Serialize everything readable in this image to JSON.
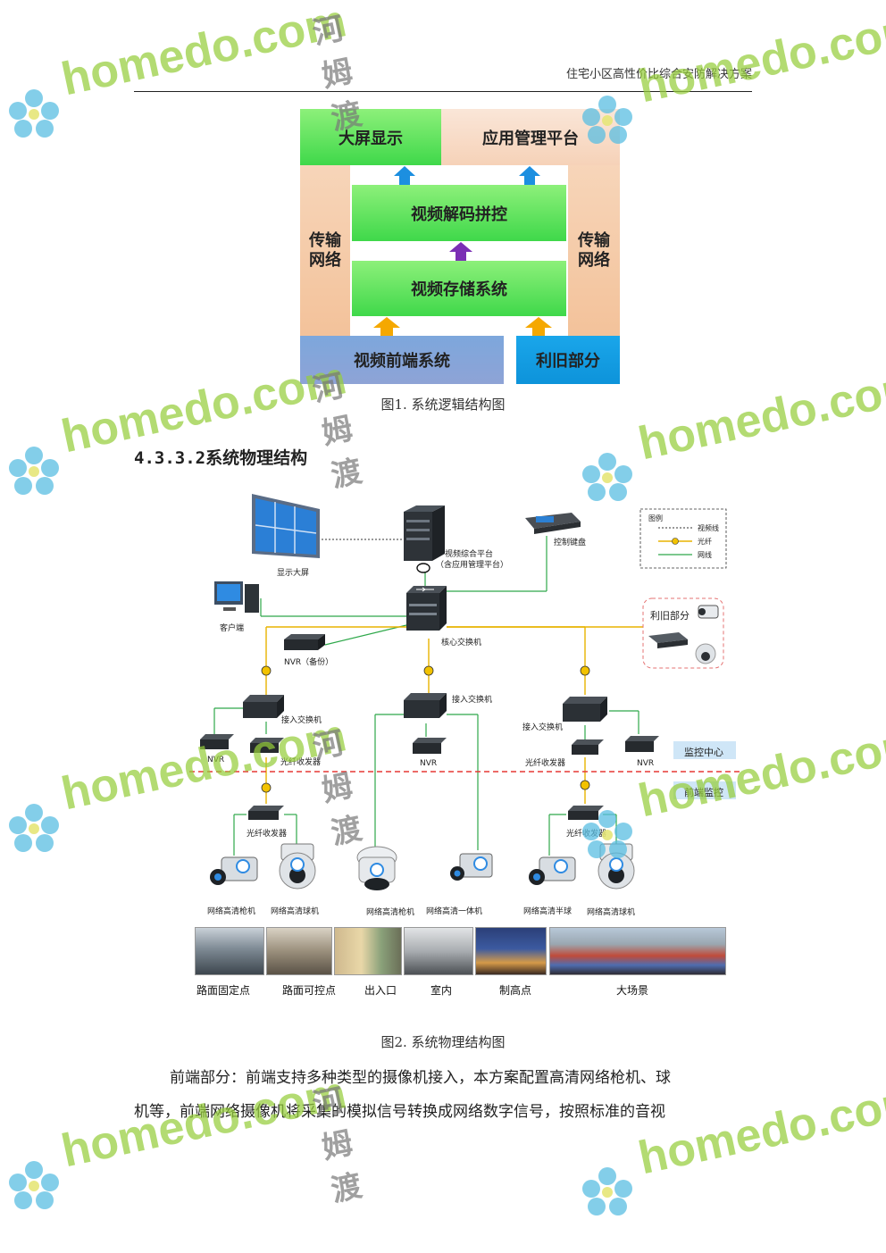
{
  "header": {
    "title": "住宅小区高性价比综合安防解决方案"
  },
  "logical": {
    "screen": "大屏显示",
    "app_platform": "应用管理平台",
    "transport_left": "传输\n网络",
    "transport_right": "传输\n网络",
    "decode": "视频解码拼控",
    "storage": "视频存储系统",
    "frontend": "视频前端系统",
    "legacy": "利旧部分"
  },
  "caption1": "图1.  系统逻辑结构图",
  "section": {
    "number": "4.3.3.2",
    "title": "系统物理结构"
  },
  "physical": {
    "display_screen": "显示大屏",
    "platform_line1": "视频综合平台",
    "platform_line2": "（含应用管理平台）",
    "keyboard": "控制键盘",
    "legend_title": "图例",
    "legend_items": [
      "视频线",
      "光纤",
      "网线"
    ],
    "client": "客户端",
    "core_switch": "核心交换机",
    "nvr_backup": "NVR（备份）",
    "legacy": "利旧部分",
    "access_switch": "接入交换机",
    "nvr": "NVR",
    "fiber_transceiver": "光纤收发器",
    "monitor_center": "监控中心",
    "front_monitor": "前端监控",
    "cameras": [
      "网络高清枪机",
      "网络高清球机",
      "网络高清枪机",
      "网络高清一体机",
      "网络高清半球",
      "网络高清球机"
    ],
    "scenes": [
      "路面固定点",
      "路面可控点",
      "出入口",
      "室内",
      "制高点",
      "大场景"
    ]
  },
  "caption2": "图2.  系统物理结构图",
  "paragraph": {
    "line1": "前端部分：前端支持多种类型的摄像机接入，本方案配置高清网络枪机、球",
    "line2": "机等，前端网络摄像机将采集的模拟信号转换成网络数字信号，按照标准的音视"
  },
  "watermark": {
    "brand": "homedo.com",
    "cn": "河姆渡"
  },
  "colors": {
    "green": "#3fd84a",
    "orange": "#f3c29a",
    "blue": "#8ea3d6",
    "cyan": "#0d93da",
    "fiber": "#e8b400",
    "network": "#2ea84a",
    "red_dash": "#e53935"
  }
}
